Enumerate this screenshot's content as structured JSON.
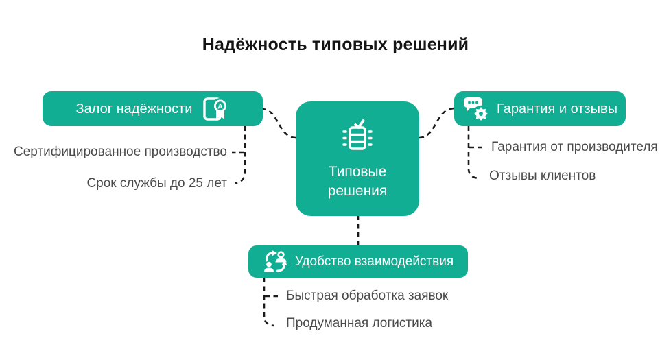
{
  "title": "Надёжность типовых решений",
  "colors": {
    "accent": "#12AE93",
    "node_text": "#FFFFFF",
    "leaf_text": "#4A4A4A",
    "title_text": "#141414",
    "connector": "#1A1A1A",
    "background": "#FFFFFF"
  },
  "center_node": {
    "label_line1": "Типовые",
    "label_line2": "решения",
    "icon": "checklist-check-icon"
  },
  "branches": {
    "left": {
      "label": "Залог надёжности",
      "icon": "certificate-icon",
      "leaves": [
        "Сертифицированное производство",
        "Срок службы до 25 лет"
      ]
    },
    "right": {
      "label": "Гарантия и отзывы",
      "icon": "review-badge-icon",
      "leaves": [
        "Гарантия от производителя",
        "Отзывы клиентов"
      ]
    },
    "bottom": {
      "label": "Удобство взаимодействия",
      "icon": "people-exchange-icon",
      "leaves": [
        "Быстрая обработка заявок",
        "Продуманная логистика"
      ]
    }
  }
}
